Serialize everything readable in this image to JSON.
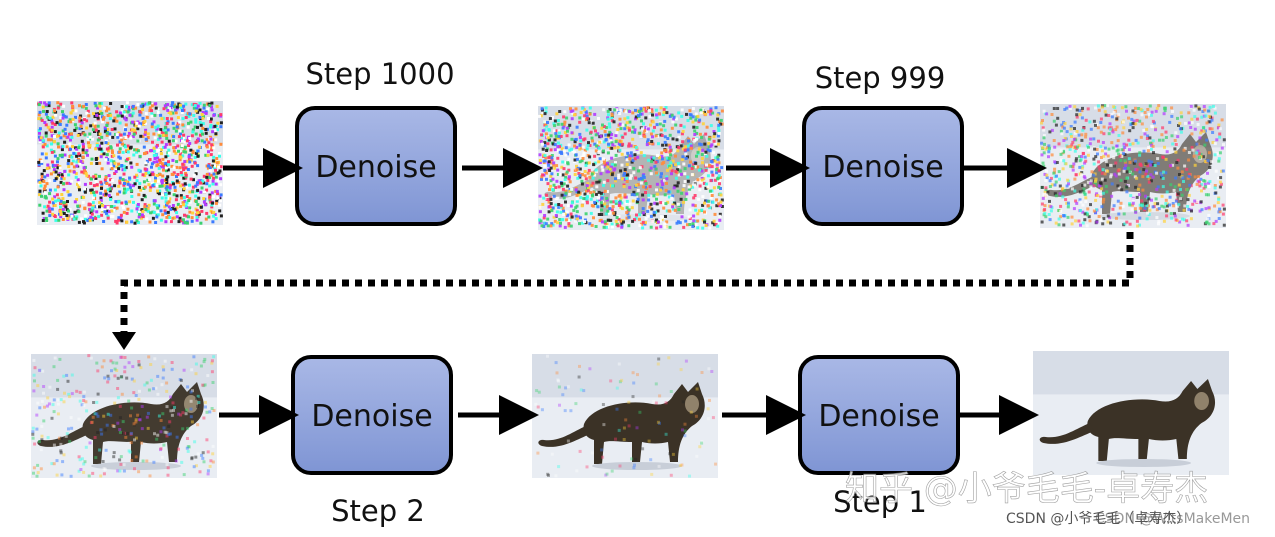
{
  "pipeline": {
    "denoise_label": "Denoise",
    "steps": {
      "step_1000": "Step 1000",
      "step_999": "Step 999",
      "step_2": "Step 2",
      "step_1": "Step 1"
    },
    "images": [
      {
        "id": "pure-noise",
        "noise_level": 1.0
      },
      {
        "id": "noisy-cat-1",
        "noise_level": 0.85
      },
      {
        "id": "noisy-cat-2",
        "noise_level": 0.55
      },
      {
        "id": "noisy-cat-3",
        "noise_level": 0.2
      },
      {
        "id": "nearly-clean-cat",
        "noise_level": 0.04
      },
      {
        "id": "clean-cat",
        "noise_level": 0.0
      }
    ]
  },
  "watermarks": {
    "zhihu": "知乎 @小爷毛毛-卓寿杰",
    "csdn": "CSDN @小爷毛毛（卓寿杰）",
    "csdn_overlap": "CSDN @WitsMakeMen"
  },
  "colors": {
    "box_top": "#a9b8e6",
    "box_bottom": "#7f95d4",
    "box_stroke": "#000000",
    "arrow": "#000000",
    "snow": "#e9edf3",
    "cat_fur": "#3b3226"
  }
}
